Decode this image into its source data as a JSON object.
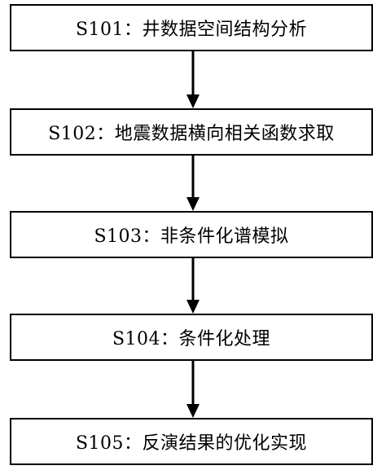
{
  "steps": [
    {
      "label": "S101：井数据空间结构分析"
    },
    {
      "label": "S102：地震数据横向相关函数求取"
    },
    {
      "label": "S103：非条件化谱模拟"
    },
    {
      "label": "S104：条件化处理"
    },
    {
      "label": "S105：反演结果的优化实现"
    }
  ],
  "colors": {
    "line": "#000000",
    "background": "#ffffff"
  }
}
